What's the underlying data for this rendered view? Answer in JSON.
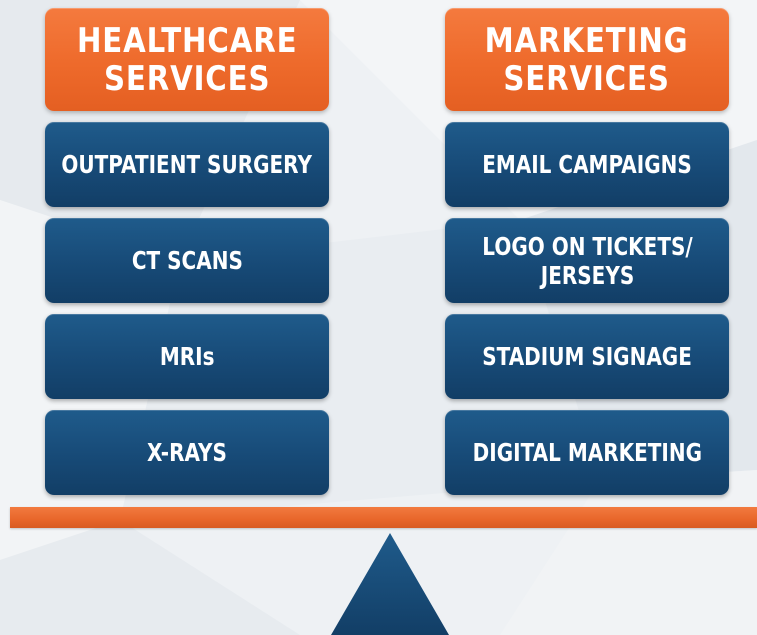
{
  "colors": {
    "header_orange": "#ee6a2b",
    "box_navy": "#174a77",
    "beam_orange": "#e8662a",
    "fulcrum_navy": "#174a77",
    "background": "#eef1f4",
    "text": "#ffffff"
  },
  "left_column": {
    "header": [
      "HEALTHCARE",
      "SERVICES"
    ],
    "items": [
      [
        "OUTPATIENT SURGERY"
      ],
      [
        "CT SCANS"
      ],
      [
        "MRIs"
      ],
      [
        "X-RAYS"
      ]
    ]
  },
  "right_column": {
    "header": [
      "MARKETING",
      "SERVICES"
    ],
    "items": [
      [
        "EMAIL CAMPAIGNS"
      ],
      [
        "LOGO ON TICKETS/",
        "JERSEYS"
      ],
      [
        "STADIUM SIGNAGE"
      ],
      [
        "DIGITAL MARKETING"
      ]
    ]
  }
}
